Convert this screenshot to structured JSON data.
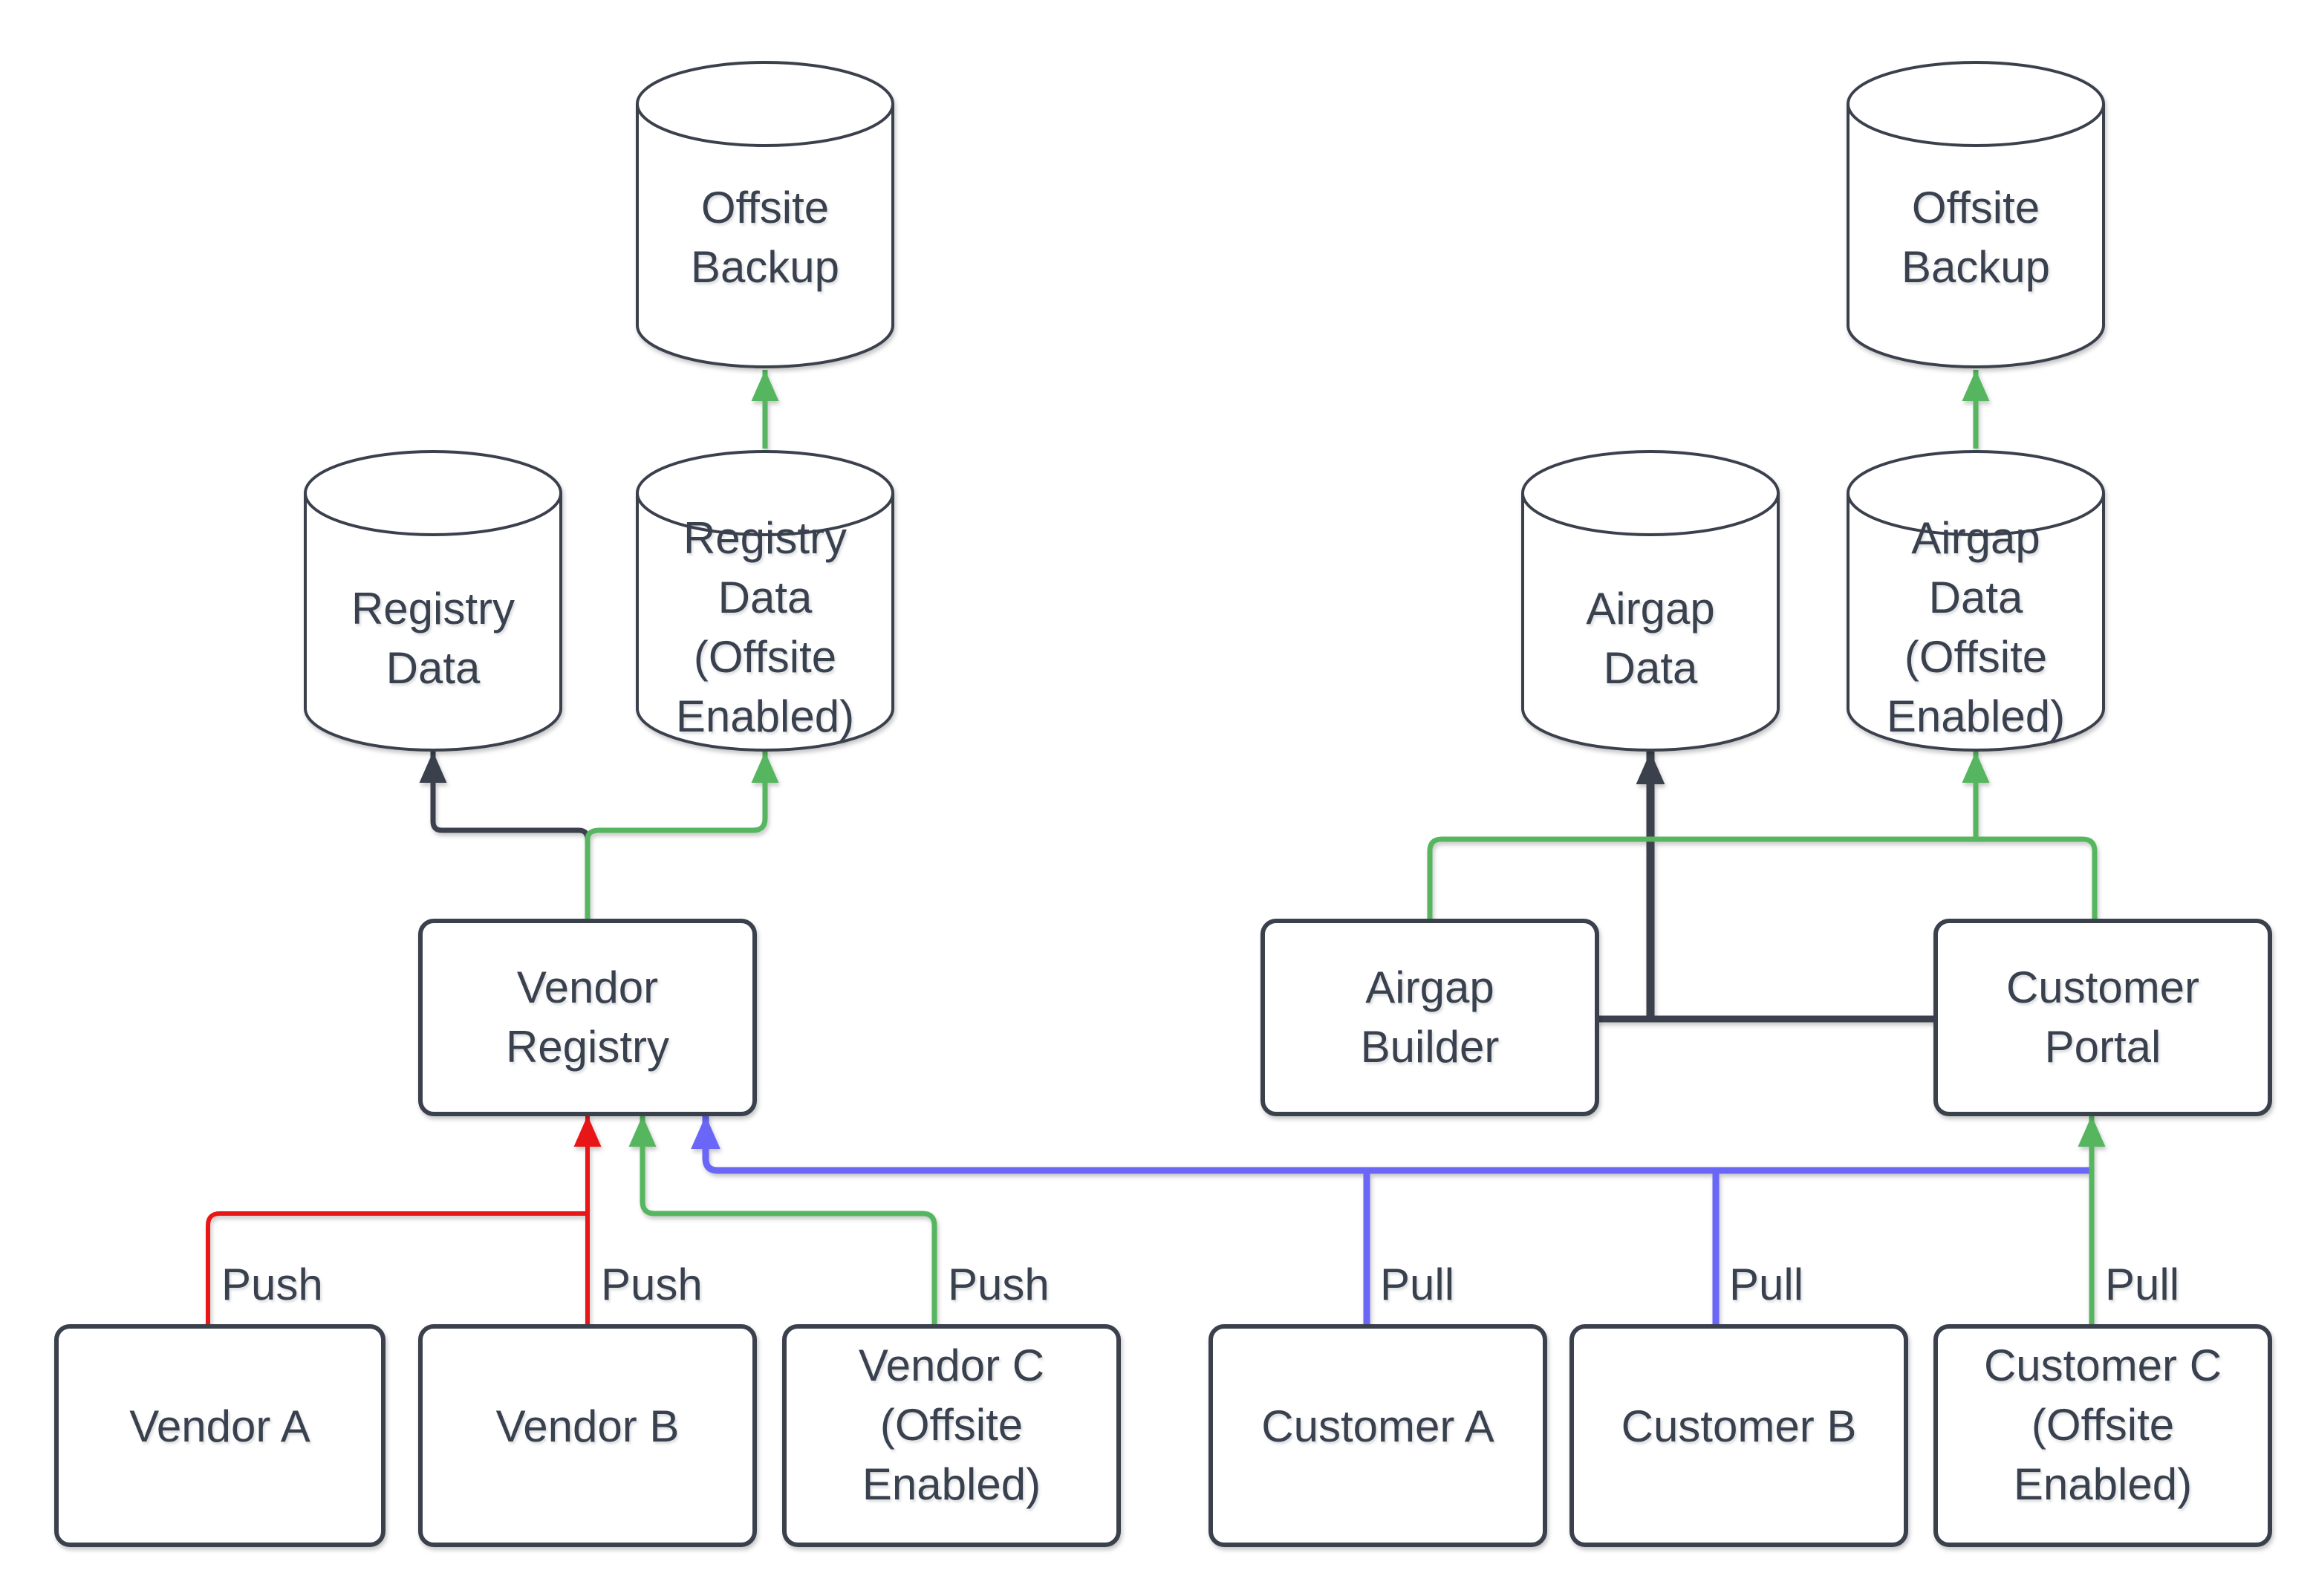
{
  "diagram": {
    "colors": {
      "background": "#ffffff",
      "node_stroke": "#3a414e",
      "text": "#3a414e",
      "push_red": "#e81414",
      "offsite_green": "#57b65e",
      "pull_blue": "#6a66f7",
      "dark_flow": "#3a414e"
    },
    "nodes": {
      "offsite_backup_left": {
        "label": "Offsite\nBackup",
        "shape": "cylinder"
      },
      "registry_data": {
        "label": "Registry\nData",
        "shape": "cylinder"
      },
      "registry_data_offsite": {
        "label": "Registry\nData\n(Offsite\nEnabled)",
        "shape": "cylinder"
      },
      "vendor_registry": {
        "label": "Vendor\nRegistry",
        "shape": "rounded-rect"
      },
      "vendor_a": {
        "label": "Vendor A",
        "shape": "rounded-rect"
      },
      "vendor_b": {
        "label": "Vendor B",
        "shape": "rounded-rect"
      },
      "vendor_c": {
        "label": "Vendor C\n(Offsite\nEnabled)",
        "shape": "rounded-rect"
      },
      "offsite_backup_right": {
        "label": "Offsite\nBackup",
        "shape": "cylinder"
      },
      "airgap_data": {
        "label": "Airgap\nData",
        "shape": "cylinder"
      },
      "airgap_data_offsite": {
        "label": "Airgap\nData\n(Offsite\nEnabled)",
        "shape": "cylinder"
      },
      "airgap_builder": {
        "label": "Airgap\nBuilder",
        "shape": "rounded-rect"
      },
      "customer_portal": {
        "label": "Customer\nPortal",
        "shape": "rounded-rect"
      },
      "customer_a": {
        "label": "Customer A",
        "shape": "rounded-rect"
      },
      "customer_b": {
        "label": "Customer B",
        "shape": "rounded-rect"
      },
      "customer_c": {
        "label": "Customer C\n(Offsite\nEnabled)",
        "shape": "rounded-rect"
      }
    },
    "edge_labels": {
      "push_vendor_a": "Push",
      "push_vendor_b": "Push",
      "push_vendor_c": "Push",
      "pull_customer_a": "Pull",
      "pull_customer_b": "Pull",
      "pull_customer_c": "Pull"
    },
    "edges": [
      {
        "from": "vendor_a",
        "to": "vendor_registry",
        "label": "Push",
        "color": "push_red"
      },
      {
        "from": "vendor_b",
        "to": "vendor_registry",
        "label": "Push",
        "color": "push_red"
      },
      {
        "from": "vendor_c",
        "to": "vendor_registry",
        "label": "Push",
        "color": "offsite_green"
      },
      {
        "from": "vendor_registry",
        "to": "registry_data",
        "label": "",
        "color": "dark_flow"
      },
      {
        "from": "vendor_registry",
        "to": "registry_data_offsite",
        "label": "",
        "color": "offsite_green"
      },
      {
        "from": "registry_data_offsite",
        "to": "offsite_backup_left",
        "label": "",
        "color": "offsite_green"
      },
      {
        "from": "customer_a",
        "to": "vendor_registry",
        "label": "Pull",
        "color": "pull_blue"
      },
      {
        "from": "customer_b",
        "to": "vendor_registry",
        "label": "Pull",
        "color": "pull_blue"
      },
      {
        "from": "customer_c",
        "to": "vendor_registry",
        "label": "",
        "color": "pull_blue"
      },
      {
        "from": "customer_c",
        "to": "customer_portal",
        "label": "Pull",
        "color": "offsite_green"
      },
      {
        "from": "airgap_builder",
        "to": "airgap_data",
        "label": "",
        "color": "dark_flow"
      },
      {
        "from": "customer_portal",
        "to": "airgap_data",
        "label": "",
        "color": "dark_flow"
      },
      {
        "from": "customer_portal",
        "to": "airgap_builder",
        "label": "",
        "color": "offsite_green"
      },
      {
        "from": "customer_portal",
        "to": "airgap_data_offsite",
        "label": "",
        "color": "offsite_green"
      },
      {
        "from": "airgap_data_offsite",
        "to": "offsite_backup_right",
        "label": "",
        "color": "offsite_green"
      }
    ]
  }
}
